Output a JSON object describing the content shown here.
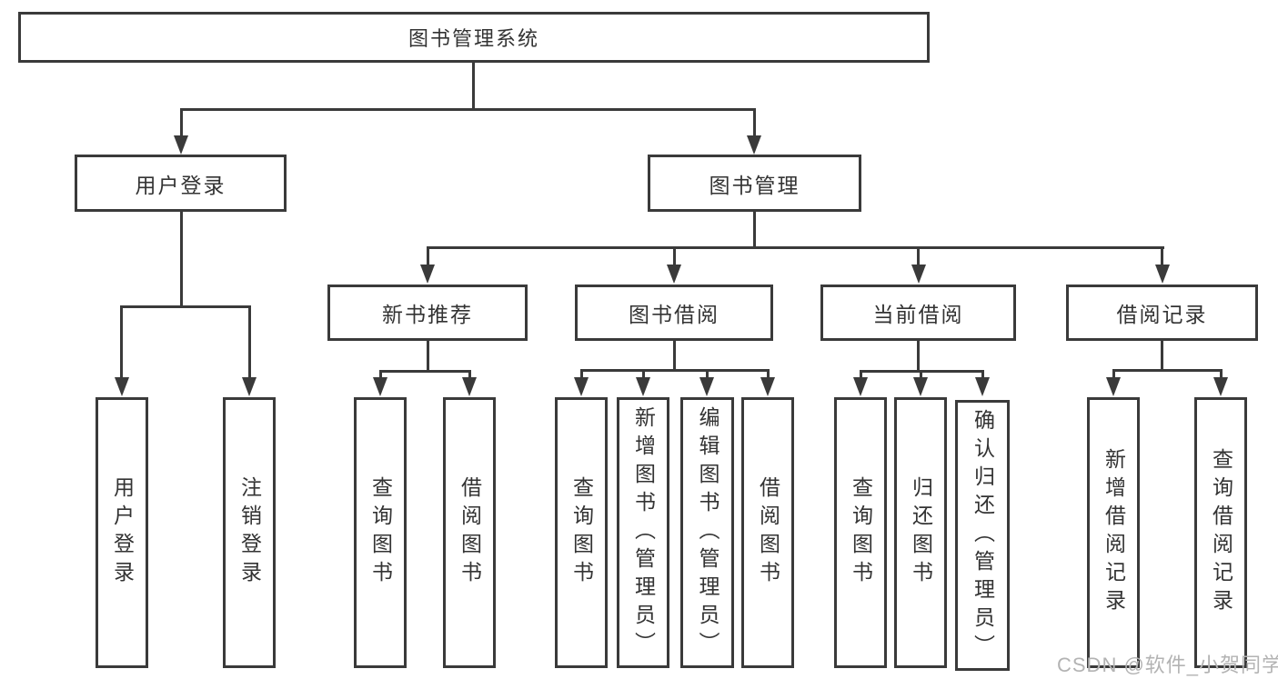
{
  "diagram_title": "图书管理系统",
  "tree": {
    "root": {
      "label": "图书管理系统",
      "children": [
        {
          "label": "用户登录",
          "children": [
            {
              "label": "用户登录"
            },
            {
              "label": "注销登录"
            }
          ]
        },
        {
          "label": "图书管理",
          "children": [
            {
              "label": "新书推荐",
              "children": [
                {
                  "label": "查询图书"
                },
                {
                  "label": "借阅图书"
                }
              ]
            },
            {
              "label": "图书借阅",
              "children": [
                {
                  "label": "查询图书"
                },
                {
                  "label": "新增图书（管理员）"
                },
                {
                  "label": "编辑图书（管理员）"
                },
                {
                  "label": "借阅图书"
                }
              ]
            },
            {
              "label": "当前借阅",
              "children": [
                {
                  "label": "查询图书"
                },
                {
                  "label": "归还图书"
                },
                {
                  "label": "确认归还（管理员）"
                }
              ]
            },
            {
              "label": "借阅记录",
              "children": [
                {
                  "label": "新增借阅记录"
                },
                {
                  "label": "查询借阅记录"
                }
              ]
            }
          ]
        }
      ]
    }
  },
  "watermark": "CSDN @软件_小贺同学",
  "colors": {
    "line": "#3a3a3a",
    "text": "#333333",
    "background": "#ffffff",
    "watermark": "#b3b3b3"
  }
}
